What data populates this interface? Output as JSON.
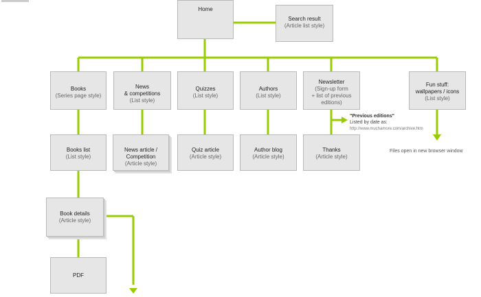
{
  "diagram": {
    "nodes": {
      "home": {
        "title": "Home",
        "subtitle": ""
      },
      "search": {
        "title": "Search result",
        "subtitle": "(Article list style)"
      },
      "books": {
        "title": "Books",
        "subtitle": "(Series page style)"
      },
      "news": {
        "title": "News\n& competitions",
        "subtitle": "(List style)"
      },
      "quizzes": {
        "title": "Quizzes",
        "subtitle": "(List style)"
      },
      "authors": {
        "title": "Authors",
        "subtitle": "(List style)"
      },
      "newsletter": {
        "title": "Newsletter",
        "subtitle": "(Sign-up form\n+ list of previous\neditions)"
      },
      "funstuff": {
        "title": "Fun stuff:\nwallpapers / icons",
        "subtitle": "(List style)"
      },
      "bookslist": {
        "title": "Books list",
        "subtitle": "(List style)"
      },
      "newsarticle": {
        "title": "News article /\nCompetition",
        "subtitle": "(Article style)"
      },
      "quizarticle": {
        "title": "Quiz article",
        "subtitle": "(Article style)"
      },
      "authorblog": {
        "title": "Author blog",
        "subtitle": "(Article style)"
      },
      "thanks": {
        "title": "Thanks",
        "subtitle": "(Article style)"
      },
      "bookdetails": {
        "title": "Book details",
        "subtitle": "(Article style)"
      },
      "pdf": {
        "title": "PDF",
        "subtitle": ""
      }
    },
    "notes": {
      "previous_title": "\"Previous editions\"",
      "previous_text": "Listed by date as:",
      "previous_url": "http://www.muchamore.com/archive.htm",
      "files_note": "Files open in new browser window"
    },
    "colors": {
      "connector": "#99cc00",
      "box_fill": "#e6e6e6",
      "box_border": "#b9b9b9"
    }
  }
}
